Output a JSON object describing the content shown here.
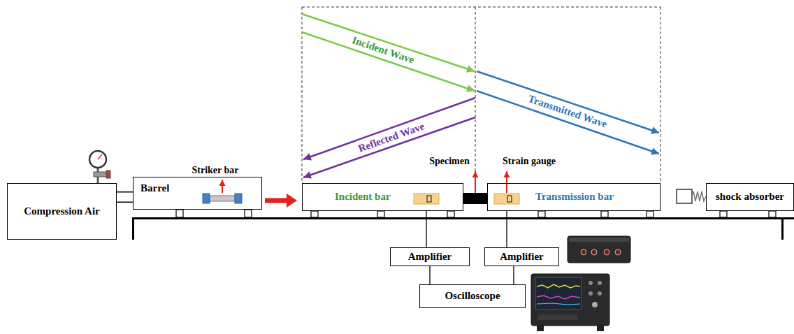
{
  "diagram": {
    "nodes": [
      {
        "text": [
          "Compression Air"
        ]
      },
      {
        "text": [
          "Barrel"
        ]
      },
      {
        "text": [
          "Incident bar"
        ]
      },
      {
        "text": [
          "Transmission bar"
        ]
      },
      {
        "text": [
          "shock absorber"
        ]
      },
      {
        "text": [
          "Amplifier"
        ]
      },
      {
        "text": [
          "Amplifier"
        ]
      },
      {
        "text": [
          "Oscilloscope"
        ]
      }
    ],
    "edges": [
      {
        "from": 0,
        "to": 1,
        "arrow": "none"
      },
      {
        "from": 1,
        "to": 2,
        "arrow": "to"
      },
      {
        "from": 2,
        "to": 5,
        "arrow": "none"
      },
      {
        "from": 3,
        "to": 6,
        "arrow": "none"
      },
      {
        "from": 5,
        "to": 7,
        "arrow": "none"
      },
      {
        "from": 6,
        "to": 7,
        "arrow": "none"
      }
    ],
    "labels": [
      "Incident Wave",
      "Transmitted Wave",
      "Reflected Wave",
      "Striker bar",
      "Specimen",
      "Strain gauge"
    ]
  }
}
